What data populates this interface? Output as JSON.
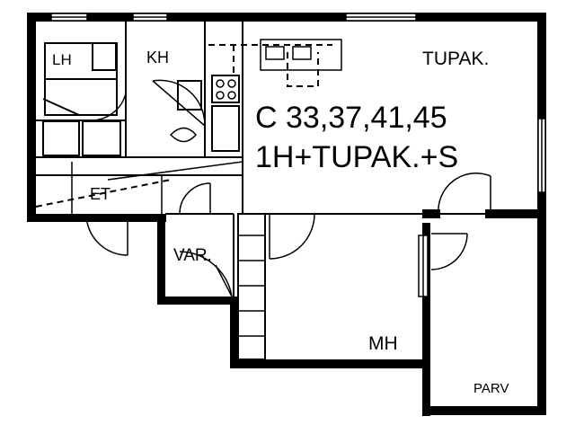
{
  "plan": {
    "apartment_numbers": "C 33,37,41,45",
    "apartment_type": "1H+TUPAK.+S",
    "rooms": {
      "lh": "LH",
      "kh": "KH",
      "tupak": "TUPAK.",
      "et": "ET",
      "var": "VAR.",
      "mh": "MH",
      "parv": "PARV"
    }
  }
}
